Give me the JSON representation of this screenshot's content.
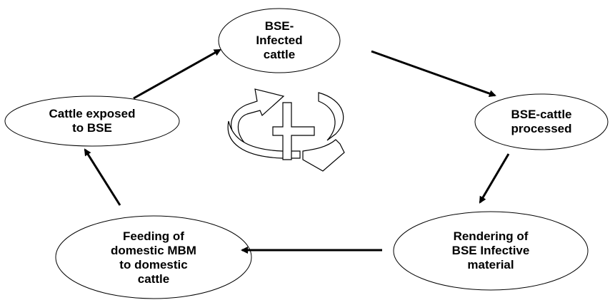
{
  "nodes": {
    "bse_infected": {
      "label": "BSE-\nInfected\ncattle"
    },
    "bse_processed": {
      "label": "BSE-cattle\nprocessed"
    },
    "rendering": {
      "label": "Rendering of\nBSE Infective\nmaterial"
    },
    "feeding": {
      "label": "Feeding of\ndomestic MBM\nto domestic\ncattle"
    },
    "exposed": {
      "label": "Cattle exposed\nto BSE"
    }
  },
  "center_icon": "cycle-with-plus-icon",
  "colors": {
    "stroke": "#000000",
    "fill": "#ffffff"
  }
}
